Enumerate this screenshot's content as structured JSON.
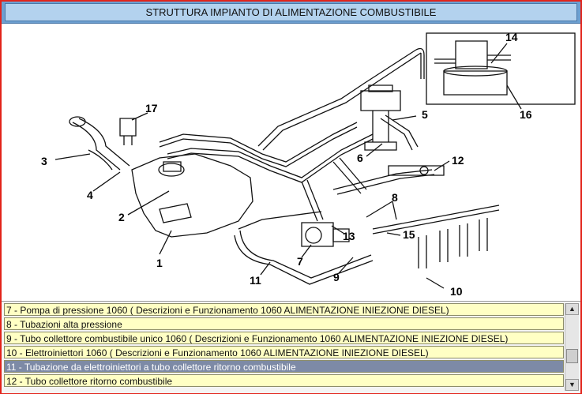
{
  "title": "STRUTTURA IMPIANTO DI ALIMENTAZIONE COMBUSTIBILE",
  "diagram": {
    "labels": [
      "1",
      "2",
      "3",
      "4",
      "5",
      "6",
      "7",
      "8",
      "9",
      "10",
      "11",
      "12",
      "13",
      "14",
      "15",
      "16",
      "17"
    ]
  },
  "list": {
    "items": [
      "7 - Pompa di pressione  1060  ( Descrizioni e Funzionamento 1060 ALIMENTAZIONE INIEZIONE DIESEL)",
      "8 - Tubazioni alta pressione",
      "9 - Tubo collettore combustibile unico  1060  ( Descrizioni e Funzionamento 1060 ALIMENTAZIONE INIEZIONE DIESEL)",
      "10 - Elettroiniettori  1060  ( Descrizioni e Funzionamento 1060 ALIMENTAZIONE INIEZIONE DIESEL)",
      "11 - Tubazione da elettroiniettori a tubo collettore ritorno combustibile",
      "12 - Tubo collettore ritorno combustibile"
    ],
    "selected_index": 4
  },
  "scrollbar": {
    "up_icon": "arrow-up-icon",
    "down_icon": "arrow-down-icon"
  },
  "colors": {
    "border": "#e2231a",
    "title_bg": "#6d9fd0",
    "item_bg": "#ffffc4",
    "selected_bg": "#7d8aa6"
  }
}
